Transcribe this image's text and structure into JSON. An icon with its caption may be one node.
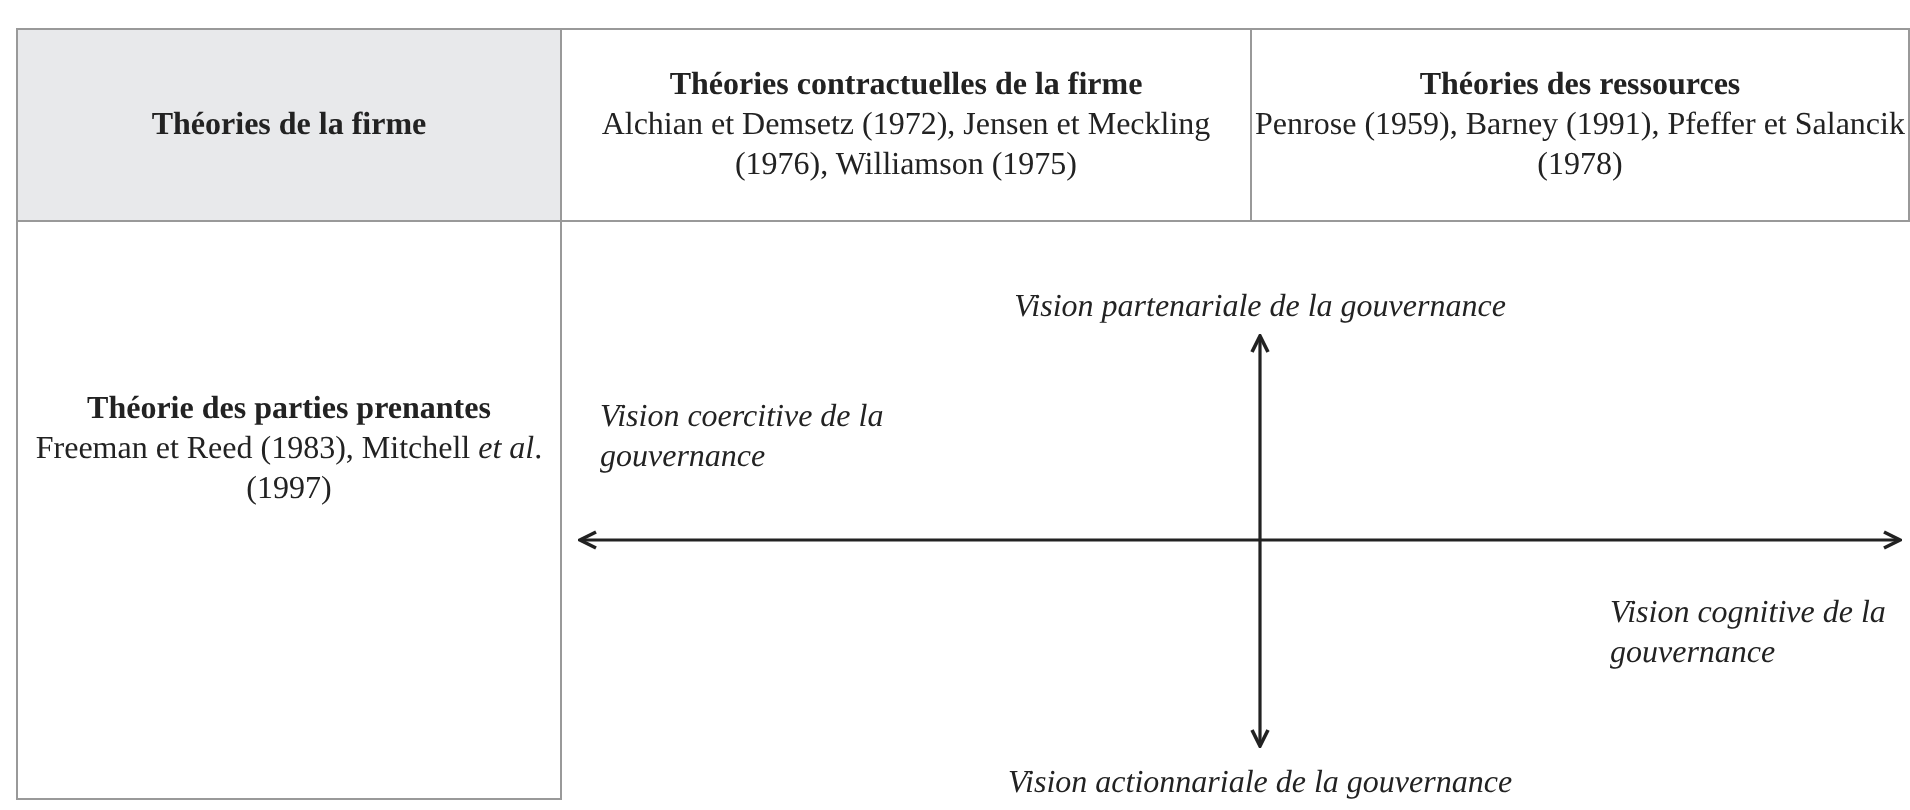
{
  "diagram": {
    "nodes": [
      {
        "text": [
          "Théories de la firme"
        ]
      },
      {
        "text": [
          "Théories contractuelles de la firme",
          "Alchian et Demsetz (1972), Jensen et Meckling (1976), Williamson (1975)"
        ]
      },
      {
        "text": [
          "Théories des ressources",
          "Penrose (1959), Barney (1991), Pfeffer et Salancik (1978)"
        ]
      },
      {
        "text": [
          "Théorie des parties prenantes",
          "Freeman et Reed (1983), Mitchell *et al*. (1997)"
        ]
      }
    ],
    "labels": [
      "Vision partenariale de la gouvernance",
      "Vision coercitive de la gouvernance",
      "Vision cognitive de la gouvernance",
      "Vision actionnariale de la gouvernance"
    ]
  }
}
